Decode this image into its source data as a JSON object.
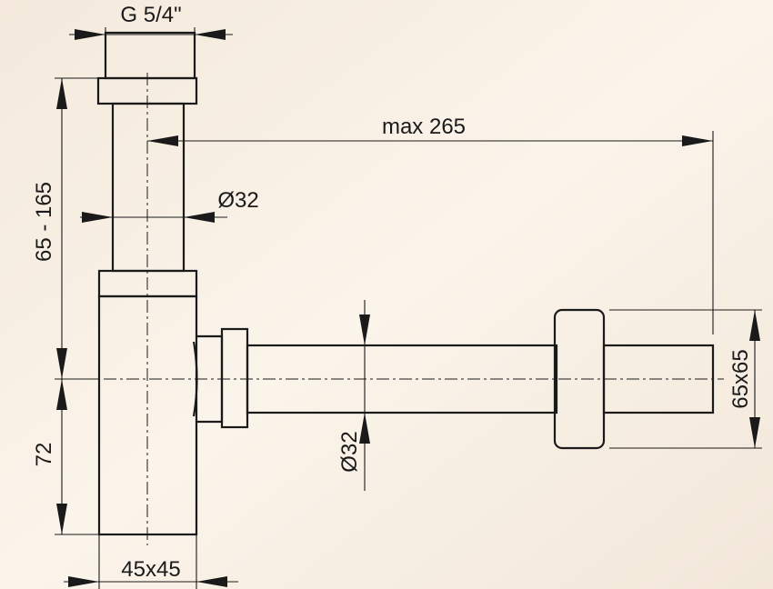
{
  "colors": {
    "background": "#f7eee2",
    "line": "#1a1a1a"
  },
  "dimensions": {
    "thread": "G 5/4\"",
    "outlet_length": "max 265",
    "tube_diameter": "Ø32",
    "height_range": "65 - 165",
    "pipe_diameter": "Ø32",
    "bottom_height": "72",
    "body_size": "45x45",
    "rosette_size": "65x65"
  }
}
